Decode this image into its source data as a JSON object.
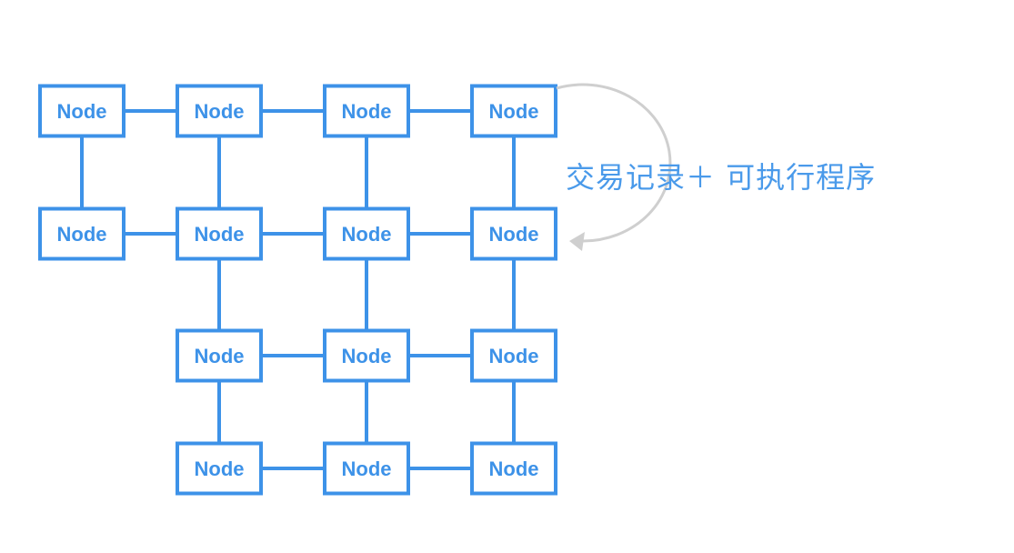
{
  "nodes": [
    {
      "id": "r1c1",
      "label": "Node"
    },
    {
      "id": "r1c2",
      "label": "Node"
    },
    {
      "id": "r1c3",
      "label": "Node"
    },
    {
      "id": "r1c4",
      "label": "Node"
    },
    {
      "id": "r2c1",
      "label": "Node"
    },
    {
      "id": "r2c2",
      "label": "Node"
    },
    {
      "id": "r2c3",
      "label": "Node"
    },
    {
      "id": "r2c4",
      "label": "Node"
    },
    {
      "id": "r3c2",
      "label": "Node"
    },
    {
      "id": "r3c3",
      "label": "Node"
    },
    {
      "id": "r3c4",
      "label": "Node"
    },
    {
      "id": "r4c2",
      "label": "Node"
    },
    {
      "id": "r4c3",
      "label": "Node"
    },
    {
      "id": "r4c4",
      "label": "Node"
    }
  ],
  "edges": [
    [
      "r1c1",
      "r1c2"
    ],
    [
      "r1c2",
      "r1c3"
    ],
    [
      "r1c3",
      "r1c4"
    ],
    [
      "r1c1",
      "r2c1"
    ],
    [
      "r1c2",
      "r2c2"
    ],
    [
      "r1c3",
      "r2c3"
    ],
    [
      "r1c4",
      "r2c4"
    ],
    [
      "r2c1",
      "r2c2"
    ],
    [
      "r2c2",
      "r2c3"
    ],
    [
      "r2c3",
      "r2c4"
    ],
    [
      "r2c2",
      "r3c2"
    ],
    [
      "r2c3",
      "r3c3"
    ],
    [
      "r2c4",
      "r3c4"
    ],
    [
      "r3c2",
      "r3c3"
    ],
    [
      "r3c3",
      "r3c4"
    ],
    [
      "r3c2",
      "r4c2"
    ],
    [
      "r3c3",
      "r4c3"
    ],
    [
      "r3c4",
      "r4c4"
    ],
    [
      "r4c2",
      "r4c3"
    ],
    [
      "r4c3",
      "r4c4"
    ]
  ],
  "caption": "交易记录＋ 可执行程序",
  "colors": {
    "node": "#3d92e8",
    "caption": "#4a9aea",
    "cycle_arrow": "#cfcfcf"
  }
}
